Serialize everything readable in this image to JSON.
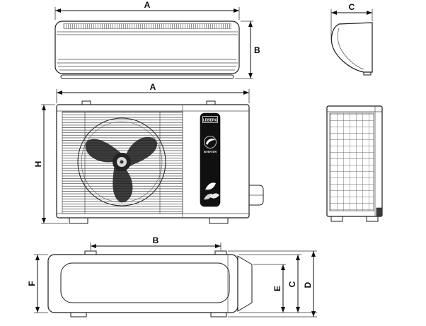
{
  "diagram": {
    "type": "dimension-drawing",
    "subject": "air conditioner indoor and outdoor unit dimension views",
    "views": {
      "indoor_front": {
        "width_label": "A",
        "height_label": "B"
      },
      "indoor_side": {
        "depth_label": "C"
      },
      "outdoor_front": {
        "width_label": "A",
        "height_label": "H"
      },
      "outdoor_top": {
        "width_label": "B",
        "depth_label": "F",
        "inner_depth_label": "E",
        "body_depth_label": "C",
        "overall_depth_label": "D"
      }
    },
    "brand": {
      "name": "LEBERG",
      "tagline": "INVERTER"
    },
    "colors": {
      "line": "#1a1a1a",
      "background": "#ffffff",
      "label_bg": "#101010",
      "label_text": "#ffffff"
    }
  }
}
